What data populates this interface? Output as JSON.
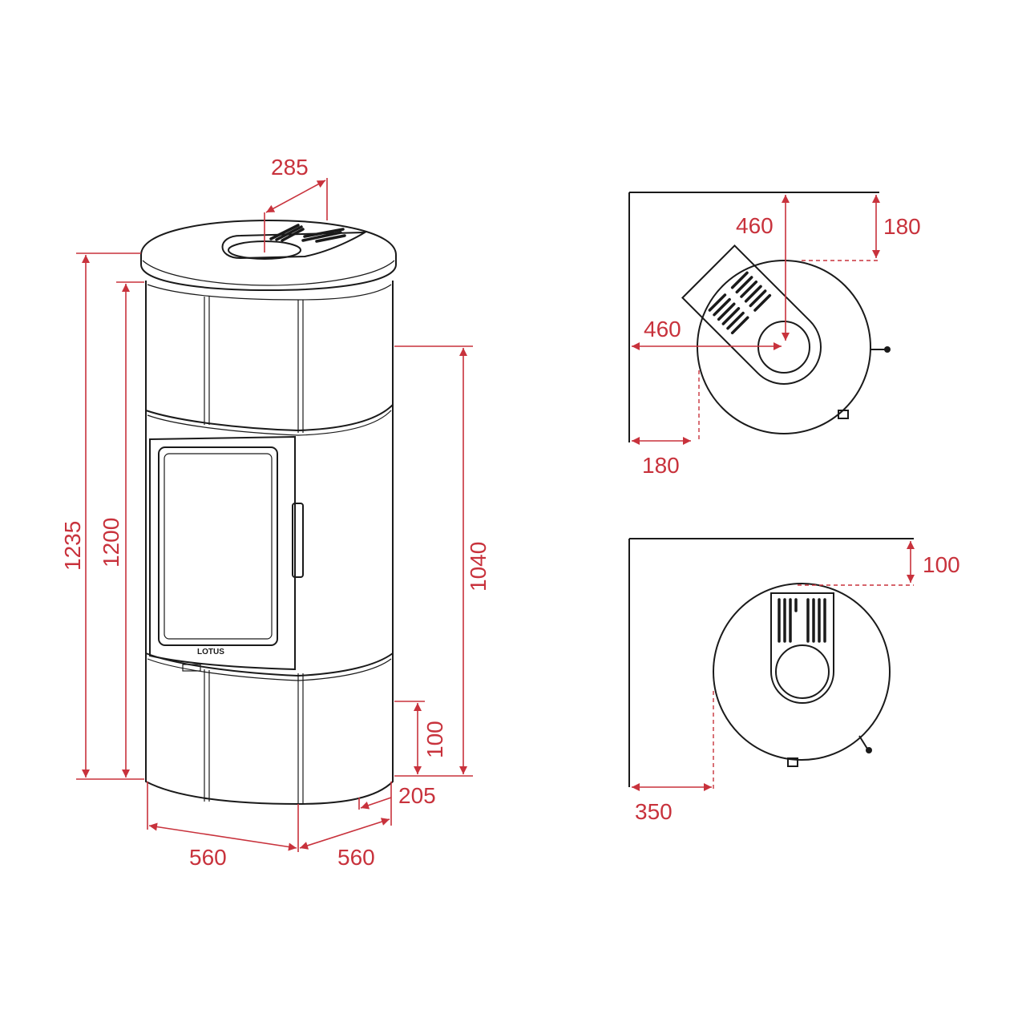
{
  "diagram": {
    "brand_logo": "LOTUS",
    "front_view": {
      "flue_offset": "285",
      "total_height": "1235",
      "body_height": "1200",
      "rear_flue_height": "1040",
      "air_inlet_height": "100",
      "air_inlet_depth": "205",
      "width": "560",
      "depth": "560"
    },
    "corner_clearance_top": {
      "flue_distance_back": "460",
      "clearance_back": "180",
      "flue_distance_side": "460",
      "clearance_side": "180"
    },
    "corner_clearance_bottom": {
      "clearance_back": "100",
      "clearance_side": "350"
    },
    "colors": {
      "dimension": "#c8323c",
      "outline": "#1a1a1a"
    }
  }
}
